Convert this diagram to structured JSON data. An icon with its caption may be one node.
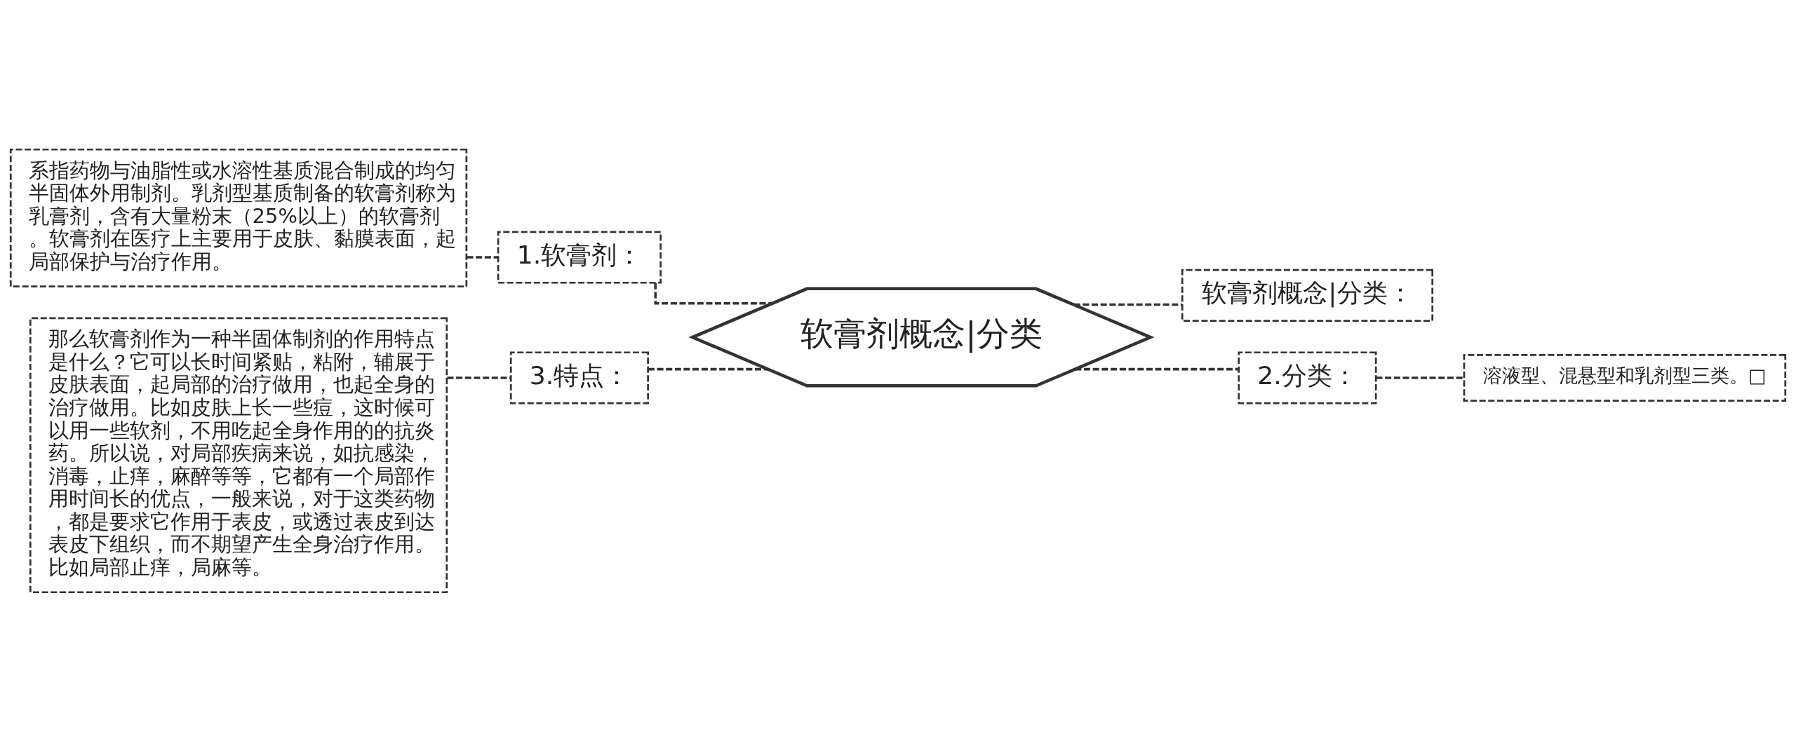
{
  "diagram": {
    "nodes": [
      {
        "text": [
          "软膏剂概念|分类"
        ]
      },
      {
        "text": [
          "1.软膏剂："
        ]
      },
      {
        "text": [
          "系指药物与油脂性或水溶性基质混合制成的均匀半固体外用制剂。乳剂型基质制备的软膏剂称为乳膏剂，含有大量粉末（25%以上）的软膏剂。软膏剂在医疗上主要用于皮肤、黏膜表面，起局部保护与治疗作用。"
        ]
      },
      {
        "text": [
          "3.特点："
        ]
      },
      {
        "text": [
          "那么软膏剂作为一种半固体制剂的作用特点是什么？它可以长时间紧贴，粘附，辅展于皮肤表面，起局部的治疗做用，也起全身的治疗做用。比如皮肤上长一些痘，这时候可以用一些软剂，不用吃起全身作用的的抗炎药。所以说，对局部疾病来说，如抗感染，消毒，止痒，麻醉等等，它都有一个局部作用时间长的优点，一般来说，对于这类药物，都是要求它作用于表皮，或透过表皮到达表皮下组织，而不期望产生全身治疗作用。比如局部止痒，局麻等。"
        ]
      },
      {
        "text": [
          "软膏剂概念|分类："
        ]
      },
      {
        "text": [
          "2.分类："
        ]
      },
      {
        "text": [
          "溶液型、混悬型和乳剂型三类。□"
        ]
      }
    ],
    "edges": [
      {
        "from": 0,
        "to": 1,
        "arrow": "none"
      },
      {
        "from": 1,
        "to": 2,
        "arrow": "none"
      },
      {
        "from": 0,
        "to": 3,
        "arrow": "none"
      },
      {
        "from": 3,
        "to": 4,
        "arrow": "none"
      },
      {
        "from": 0,
        "to": 5,
        "arrow": "none"
      },
      {
        "from": 0,
        "to": 6,
        "arrow": "none"
      },
      {
        "from": 6,
        "to": 7,
        "arrow": "none"
      }
    ]
  }
}
